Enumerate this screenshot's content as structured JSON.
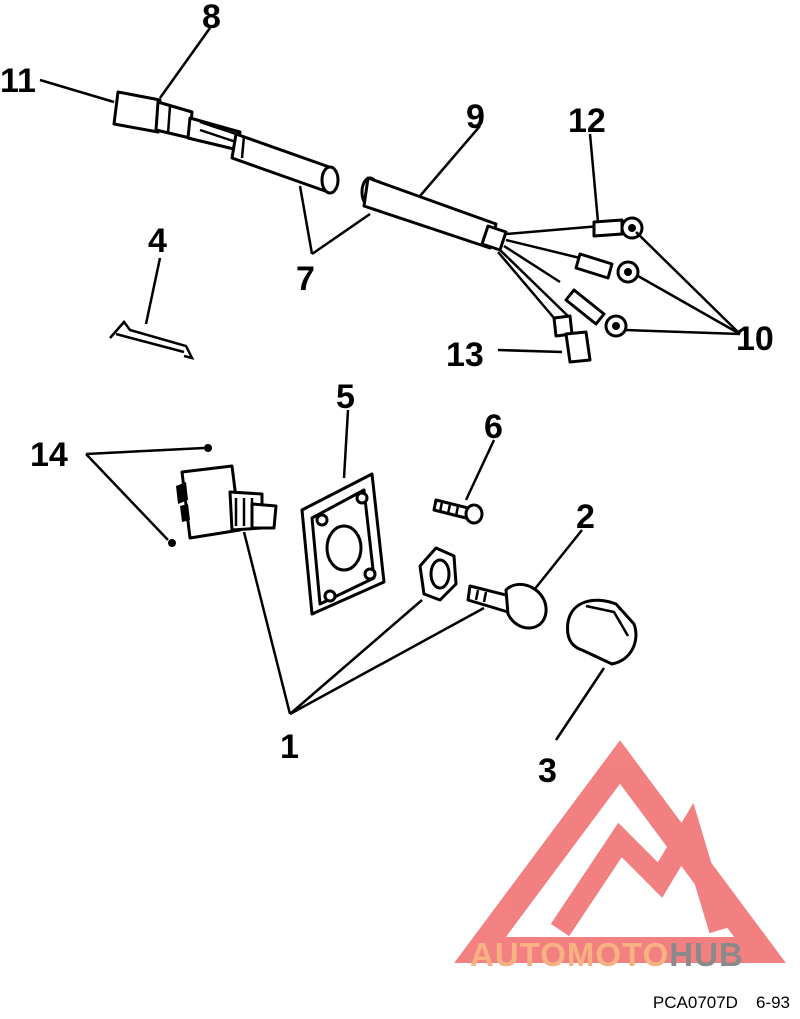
{
  "callouts": {
    "c1": "1",
    "c2": "2",
    "c3": "3",
    "c4": "4",
    "c5": "5",
    "c6": "6",
    "c7": "7",
    "c8": "8",
    "c9": "9",
    "c10": "10",
    "c11": "11",
    "c12": "12",
    "c13": "13",
    "c14": "14"
  },
  "watermark": {
    "text_a": "AUTOMOTO",
    "text_b": "HUB",
    "color_a": "#f7b183",
    "color_b": "#8a8a8a",
    "logo_color": "#f26b6b"
  },
  "footer": {
    "code": "PCA0707D",
    "date": "6-93"
  }
}
